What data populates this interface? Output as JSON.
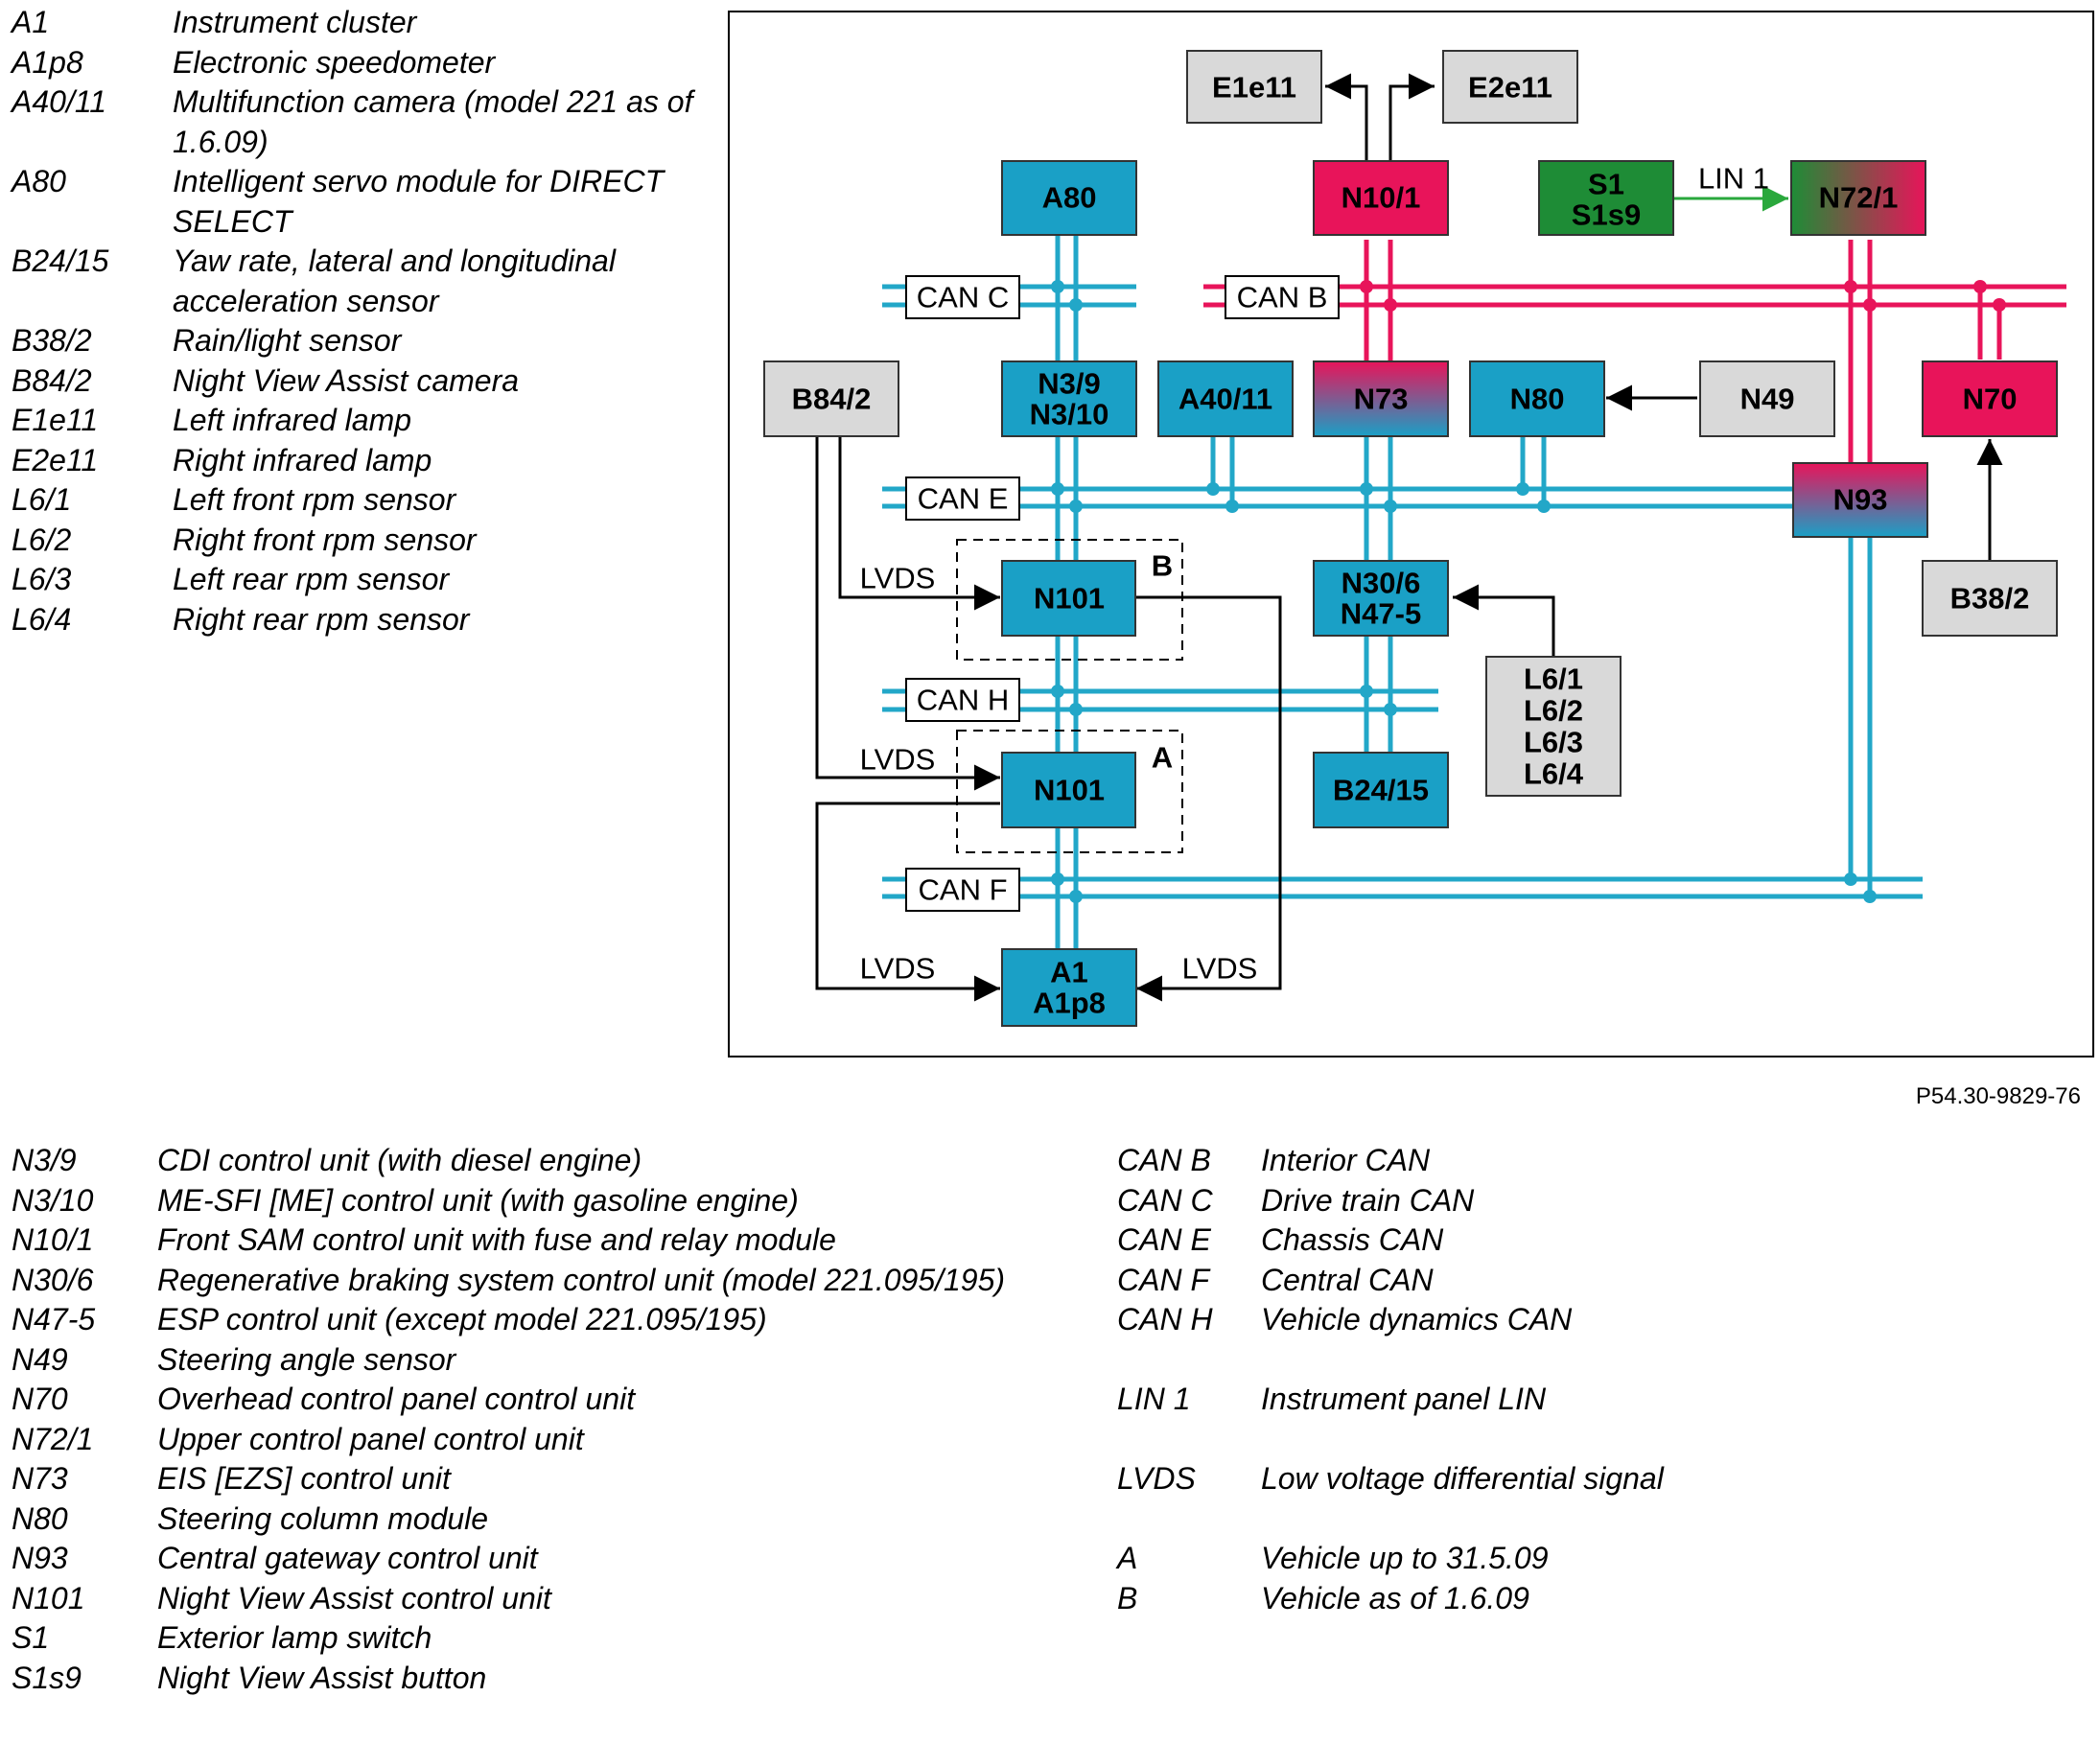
{
  "legend_top": [
    {
      "code": "A1",
      "desc": "Instrument cluster"
    },
    {
      "code": "A1p8",
      "desc": "Electronic speedometer"
    },
    {
      "code": "A40/11",
      "desc": "Multifunction camera (model 221 as of 1.6.09)"
    },
    {
      "code": "A80",
      "desc": "Intelligent servo module for DIRECT SELECT"
    },
    {
      "code": "B24/15",
      "desc": "Yaw rate, lateral and longitudinal acceleration sensor"
    },
    {
      "code": "B38/2",
      "desc": "Rain/light sensor"
    },
    {
      "code": "B84/2",
      "desc": "Night View Assist camera"
    },
    {
      "code": "E1e11",
      "desc": "Left infrared lamp"
    },
    {
      "code": "E2e11",
      "desc": "Right infrared lamp"
    },
    {
      "code": "L6/1",
      "desc": "Left front rpm sensor"
    },
    {
      "code": "L6/2",
      "desc": "Right front rpm sensor"
    },
    {
      "code": "L6/3",
      "desc": "Left rear rpm sensor"
    },
    {
      "code": "L6/4",
      "desc": "Right rear rpm sensor"
    }
  ],
  "legend_bottom": [
    {
      "code": "N3/9",
      "desc": "CDI control unit (with diesel engine)"
    },
    {
      "code": "N3/10",
      "desc": "ME-SFI [ME] control unit (with gasoline engine)"
    },
    {
      "code": "N10/1",
      "desc": "Front SAM control unit with fuse and relay module"
    },
    {
      "code": "N30/6",
      "desc": "Regenerative braking system control unit (model 221.095/195)"
    },
    {
      "code": "N47-5",
      "desc": "ESP control unit (except model 221.095/195)"
    },
    {
      "code": "N49",
      "desc": "Steering angle sensor"
    },
    {
      "code": "N70",
      "desc": "Overhead control panel control unit"
    },
    {
      "code": "N72/1",
      "desc": "Upper control panel control unit"
    },
    {
      "code": "N73",
      "desc": "EIS [EZS] control unit"
    },
    {
      "code": "N80",
      "desc": "Steering column module"
    },
    {
      "code": "N93",
      "desc": "Central gateway control unit"
    },
    {
      "code": "N101",
      "desc": "Night View Assist control unit"
    },
    {
      "code": "S1",
      "desc": "Exterior lamp switch"
    },
    {
      "code": "S1s9",
      "desc": "Night View Assist button"
    }
  ],
  "legend_right": [
    {
      "code": "CAN B",
      "desc": "Interior CAN"
    },
    {
      "code": "CAN C",
      "desc": "Drive train CAN"
    },
    {
      "code": "CAN E",
      "desc": "Chassis CAN"
    },
    {
      "code": "CAN F",
      "desc": "Central CAN"
    },
    {
      "code": "CAN H",
      "desc": "Vehicle dynamics CAN"
    },
    {
      "code": "LIN 1",
      "desc": "Instrument panel LIN",
      "gap": true
    },
    {
      "code": "LVDS",
      "desc": "Low voltage differential signal",
      "gap": true
    },
    {
      "code": "A",
      "desc": "Vehicle up to 31.5.09",
      "gap": true
    },
    {
      "code": "B",
      "desc": "Vehicle as of 1.6.09"
    }
  ],
  "figure_code": "P54.30-9829-76",
  "colors": {
    "blue": "#1aa0c6",
    "pink": "#e8145a",
    "green": "#1e8c36",
    "grey": "#d9d9d9",
    "line_blue": "#22a7c8",
    "line_pink": "#e8145a",
    "line_green": "#2aa83c"
  },
  "diagram": {
    "components": {
      "e1e11": "E1e11",
      "e2e11": "E2e11",
      "a80": "A80",
      "n10_1": "N10/1",
      "s1": [
        "S1",
        "S1s9"
      ],
      "n72_1": "N72/1",
      "b84_2": "B84/2",
      "n3": [
        "N3/9",
        "N3/10"
      ],
      "a40_11": "A40/11",
      "n73": "N73",
      "n80": "N80",
      "n49": "N49",
      "n70": "N70",
      "n93": "N93",
      "b38_2": "B38/2",
      "n101_b": "N101",
      "n101_a": "N101",
      "n30_6": [
        "N30/6",
        "N47-5"
      ],
      "l6": [
        "L6/1",
        "L6/2",
        "L6/3",
        "L6/4"
      ],
      "b24_15": "B24/15",
      "a1": [
        "A1",
        "A1p8"
      ]
    },
    "bus_labels": {
      "can_c": "CAN C",
      "can_b": "CAN B",
      "can_e": "CAN E",
      "can_h": "CAN H",
      "can_f": "CAN F",
      "lin1": "LIN 1"
    },
    "signal_labels": {
      "lvds_b": "LVDS",
      "lvds_a": "LVDS",
      "lvds_a1_left": "LVDS",
      "lvds_a1_right": "LVDS"
    },
    "variant_labels": {
      "b": "B",
      "a": "A"
    }
  }
}
